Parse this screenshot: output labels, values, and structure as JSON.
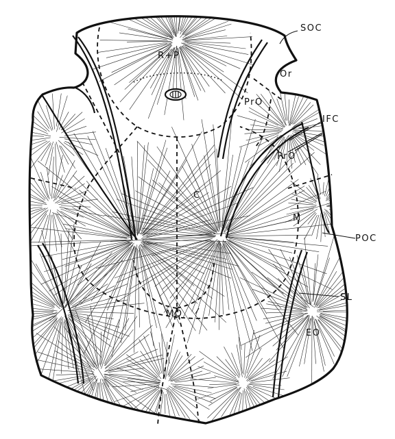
{
  "figure": {
    "labels": {
      "soc": "SOC",
      "or": "Or",
      "ifc": "IFC",
      "poc": "POC",
      "sl": "SL",
      "rp": "R+P",
      "pro_left": "PrO",
      "pro_right": "PrO",
      "c": "C",
      "m": "M",
      "mo": "MO",
      "eo": "EO"
    }
  }
}
